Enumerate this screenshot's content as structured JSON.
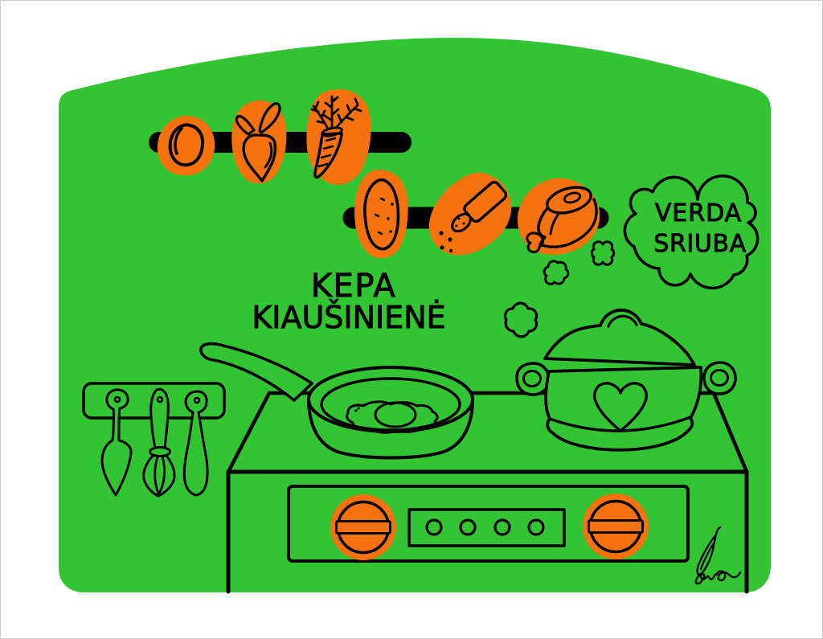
{
  "artwork": {
    "title": "Kitchen stove illustration",
    "captions": {
      "frying_line1": "KEPA",
      "frying_line2": "KIAUŠINIENĖ",
      "soup_line1": "VERDA",
      "soup_line2": "SRIUBA"
    },
    "signature": "Ieva",
    "colors": {
      "paper": "#ffffff",
      "panel_green": "#33c433",
      "accent_orange": "#f5720f",
      "ink": "#000000",
      "frame_edge": "#cccccc"
    },
    "skewers": [
      {
        "items": [
          "onion",
          "beet",
          "carrot"
        ]
      },
      {
        "items": [
          "potato",
          "salt-shaker",
          "ham-leg"
        ]
      }
    ],
    "stove": {
      "knob_count": 2,
      "indicator_dot_count": 4
    },
    "utensils": [
      "server",
      "whisk",
      "spatula"
    ],
    "steam_puff_count": 3
  }
}
